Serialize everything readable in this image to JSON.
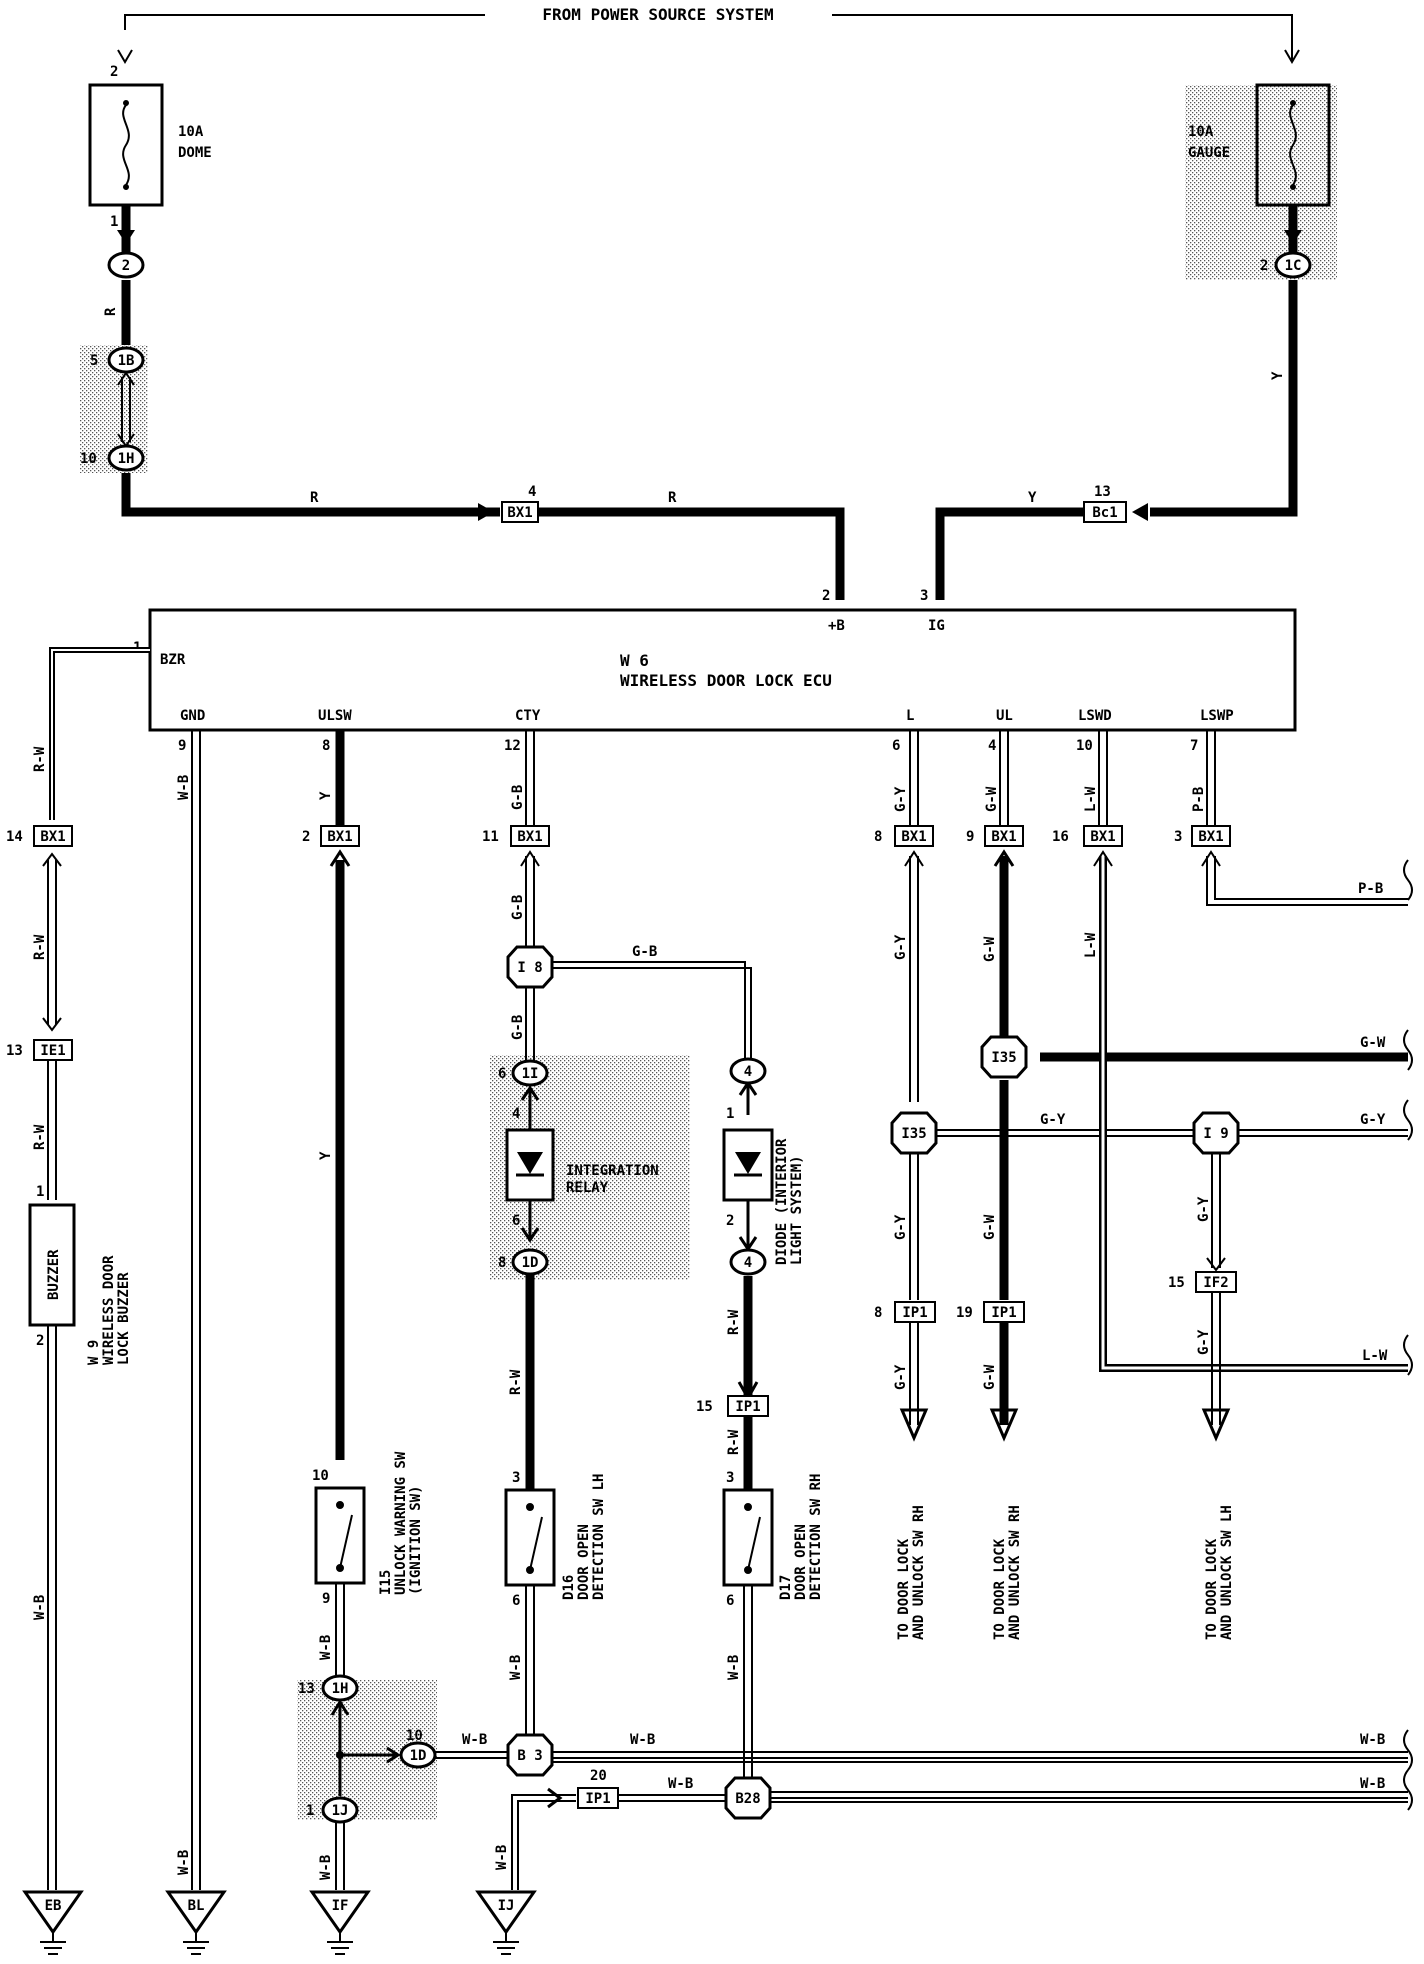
{
  "header": {
    "source": "FROM POWER SOURCE SYSTEM"
  },
  "fuses": {
    "dome": {
      "rating": "10A",
      "name": "DOME",
      "pin_in": "2",
      "pin_out": "1"
    },
    "gauge": {
      "rating": "10A",
      "name": "GAUGE",
      "pin_out": "2"
    }
  },
  "ecu": {
    "code": "W 6",
    "name": "WIRELESS DOOR LOCK ECU",
    "terminals": {
      "bzr": "BZR",
      "b": "+B",
      "ig": "IG",
      "gnd": "GND",
      "ulsw": "ULSW",
      "cty": "CTY",
      "l": "L",
      "ul": "UL",
      "lswd": "LSWD",
      "lswp": "LSWP"
    }
  },
  "connectors": {
    "j2": "2",
    "j1b": "1B",
    "j1h": "1H",
    "j1c": "1C",
    "j1i": "1I",
    "j1d": "1D",
    "j1j": "1J",
    "j4": "4",
    "bx1": "BX1",
    "bc1": "Bc1",
    "ie1": "IE1",
    "ip1": "IP1",
    "if2": "IF2",
    "i8": "I 8",
    "i35": "I35",
    "i9": "I 9",
    "b3": "B 3",
    "b28": "B28"
  },
  "wires": {
    "r": "R",
    "y": "Y",
    "rw": "R-W",
    "wb": "W-B",
    "gb": "G-B",
    "gy": "G-Y",
    "gw": "G-W",
    "lw": "L-W",
    "pb": "P-B"
  },
  "pins": {
    "p1": "1",
    "p2": "2",
    "p3": "3",
    "p4": "4",
    "p5": "5",
    "p6": "6",
    "p7": "7",
    "p8": "8",
    "p9": "9",
    "p10": "10",
    "p11": "11",
    "p12": "12",
    "p13": "13",
    "p14": "14",
    "p15": "15",
    "p16": "16",
    "p19": "19",
    "p20": "20"
  },
  "components": {
    "buzzer": {
      "code": "W 9",
      "name": "WIRELESS DOOR",
      "name2": "LOCK BUZZER",
      "body": "BUZZER"
    },
    "relay": {
      "name": "INTEGRATION",
      "name2": "RELAY"
    },
    "diode": {
      "name": "DIODE (INTERIOR",
      "name2": "LIGHT SYSTEM)"
    },
    "i15": {
      "code": "I15",
      "name": "UNLOCK WARNING SW",
      "name2": "(IGNITION SW)"
    },
    "d16": {
      "code": "D16",
      "name": "DOOR OPEN",
      "name2": "DETECTION SW LH"
    },
    "d17": {
      "code": "D17",
      "name": "DOOR OPEN",
      "name2": "DETECTION SW RH"
    }
  },
  "destinations": {
    "rh1": {
      "line1": "TO DOOR LOCK",
      "line2": "AND UNLOCK SW RH"
    },
    "rh2": {
      "line1": "TO DOOR LOCK",
      "line2": "AND UNLOCK SW RH"
    },
    "lh": {
      "line1": "TO DOOR LOCK",
      "line2": "AND UNLOCK SW LH"
    }
  },
  "grounds": {
    "eb": "EB",
    "bl": "BL",
    "if": "IF",
    "ij": "IJ"
  }
}
